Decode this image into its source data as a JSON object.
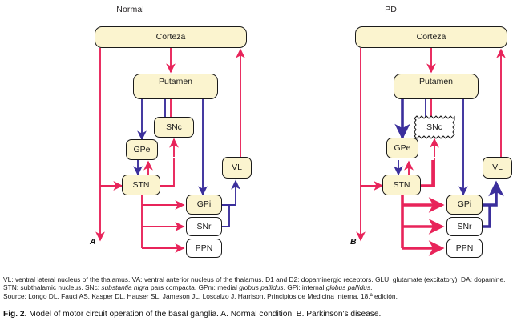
{
  "figure": {
    "panels": [
      {
        "id": "normal",
        "title": "Normal",
        "letter": "A",
        "nodes": {
          "cortex": "Corteza",
          "putamen": "Putamen",
          "snc": "SNc",
          "gpe": "GPe",
          "stn": "STN",
          "vl": "VL",
          "gpi": "GPi",
          "snr": "SNr",
          "ppn": "PPN"
        }
      },
      {
        "id": "pd",
        "title": "PD",
        "letter": "B",
        "nodes": {
          "cortex": "Corteza",
          "putamen": "Putamen",
          "snc": "SNc",
          "gpe": "GPe",
          "stn": "STN",
          "vl": "VL",
          "gpi": "GPi",
          "snr": "SNr",
          "ppn": "PPN"
        }
      }
    ],
    "colors": {
      "excitatory_arrow": "#e8245a",
      "inhibitory_arrow": "#3b2f9c",
      "node_fill": "#fbf4cf",
      "node_fill_alt": "#ffffff",
      "node_stroke": "#1a1a1a"
    }
  },
  "footnote": {
    "line1_a": "VL: ventral lateral nucleus of the thalamus. VA: ventral anterior nucleus of the thalamus. D1 and D2: dopaminergic receptors. GLU: glutamate (excitatory). DA: dopamine. STN: subthalamic nucleus. SNc: ",
    "line1_italic1": "substantia nigra",
    "line1_b": " pars compacta. GPm: medial ",
    "line1_italic2": "globus pallidus",
    "line1_c": ". GPi: internal ",
    "line1_italic3": "globus pallidus",
    "line1_d": ".",
    "source": "Source: Longo DL, Fauci AS, Kasper DL, Hauser SL, Jameson JL, Loscalzo J. Harrison. Principios de Medicina Interna. 18.ª edición."
  },
  "caption": {
    "label": "Fig. 2.",
    "text": " Model of motor circuit operation of the basal ganglia. A. Normal condition. B. Parkinson's disease."
  }
}
